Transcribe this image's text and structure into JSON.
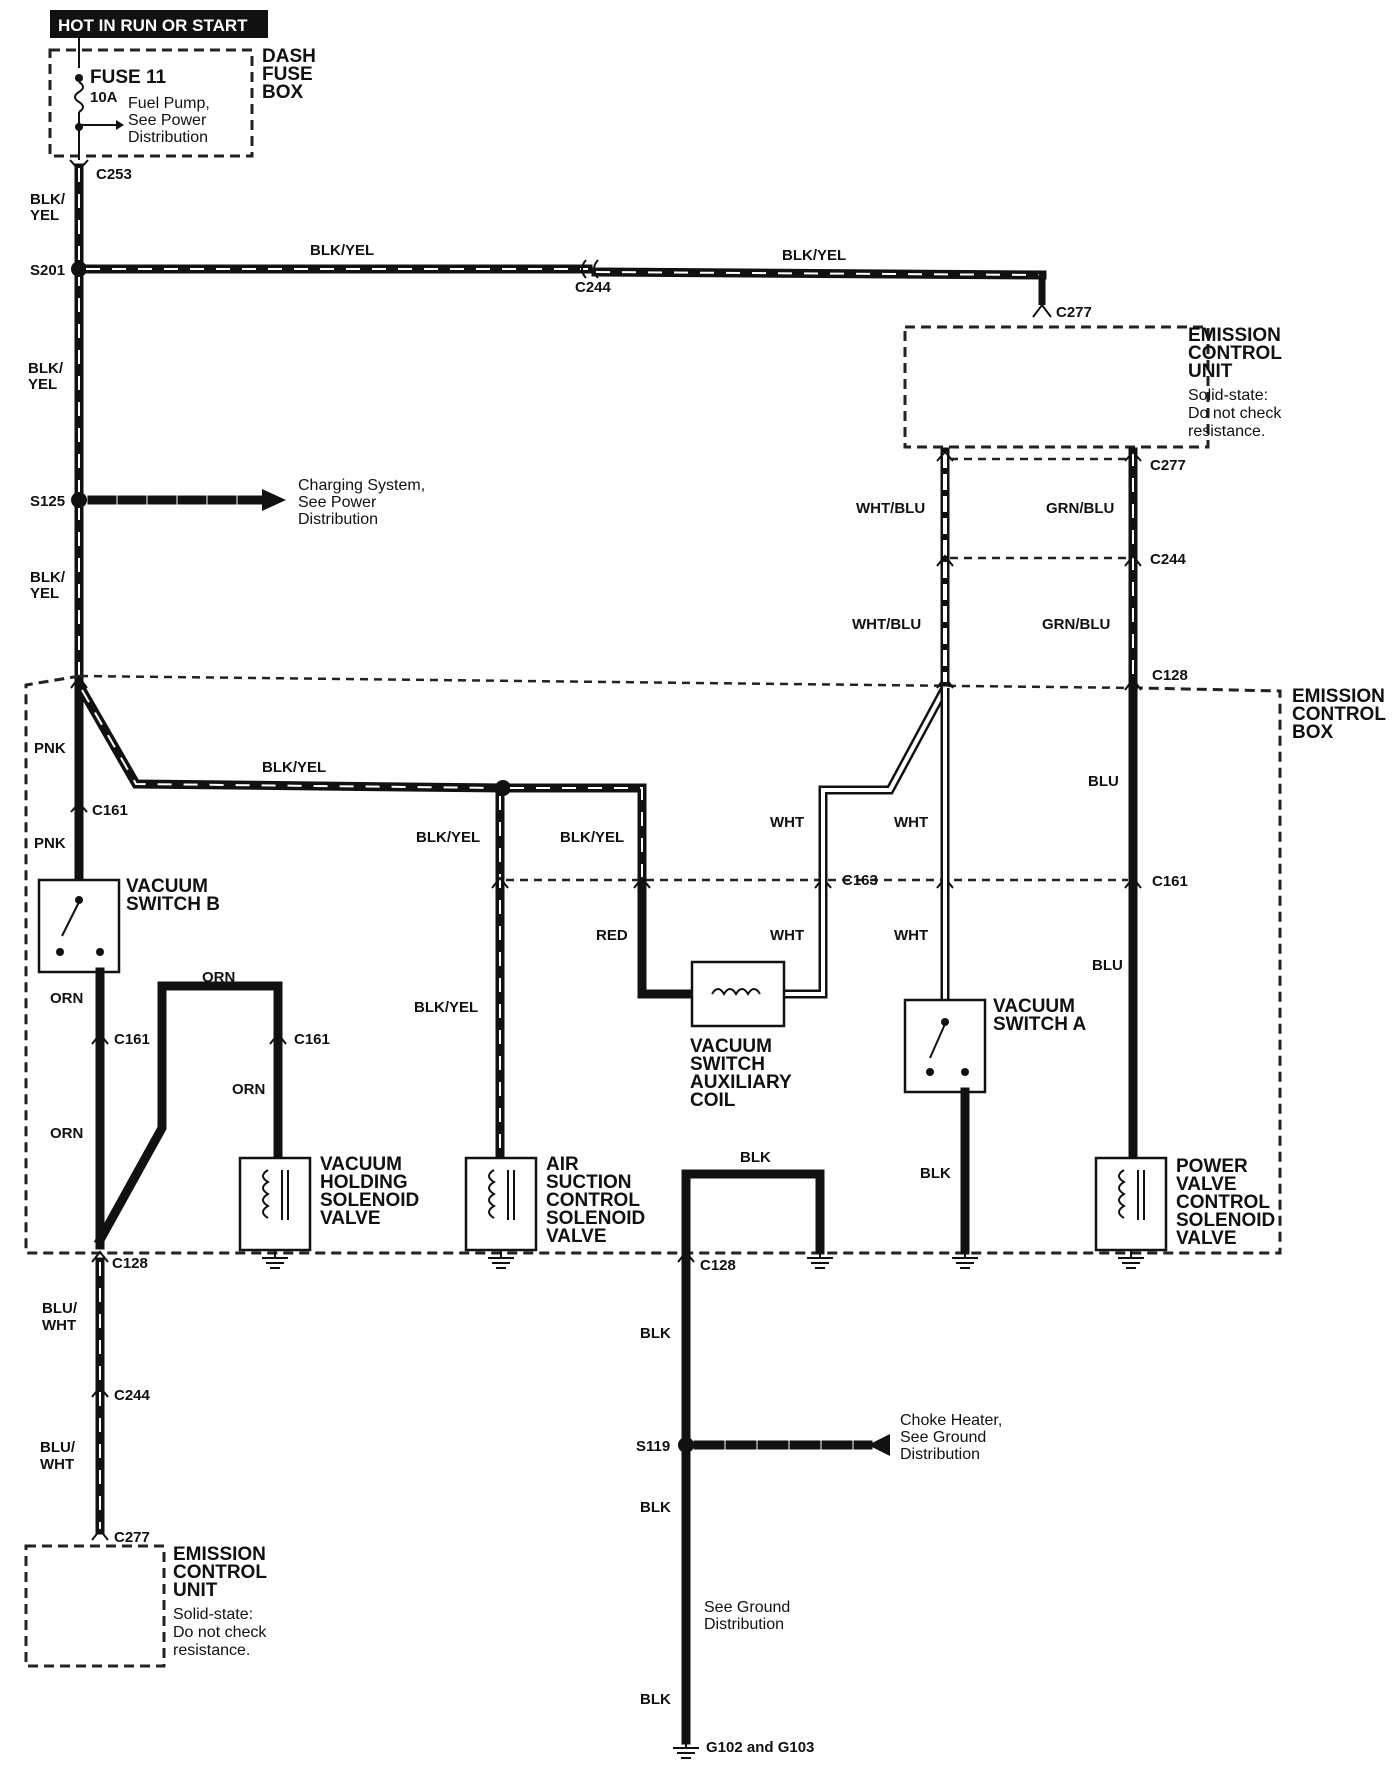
{
  "header": {
    "power_label": "HOT IN RUN OR START"
  },
  "fuse_box": {
    "name_lines": [
      "DASH",
      "FUSE",
      "BOX"
    ],
    "fuse_name": "FUSE 11",
    "fuse_rating": "10A",
    "branch_lines": [
      "Fuel Pump,",
      "See Power",
      "Distribution"
    ]
  },
  "connectors": {
    "c253": "C253",
    "c244_top": "C244",
    "c277_top": "C277",
    "c277_ecu_bottom": "C277",
    "c244_right": "C244",
    "c128_top": "C128",
    "c161_left": "C161",
    "c161_orn_a": "C161",
    "c161_orn_b": "C161",
    "c163": "C163",
    "c161_right": "C161",
    "c128_bottom_left": "C128",
    "c128_bottom_mid": "C128",
    "c244_bottom": "C244",
    "c277_bottom": "C277"
  },
  "splices": {
    "s201": "S201",
    "s125": "S125",
    "s119": "S119"
  },
  "charging_lines": [
    "Charging System,",
    "See Power",
    "Distribution"
  ],
  "choke_lines": [
    "Choke Heater,",
    "See Ground",
    "Distribution"
  ],
  "ground_note_lines": [
    "See Ground",
    "Distribution"
  ],
  "ground_name": "G102 and G103",
  "ecu_top": {
    "name_lines": [
      "EMISSION",
      "CONTROL",
      "UNIT"
    ],
    "note_lines": [
      "Solid-state:",
      "Do not check",
      "resistance."
    ]
  },
  "ecu_bottom": {
    "name_lines": [
      "EMISSION",
      "CONTROL",
      "UNIT"
    ],
    "note_lines": [
      "Solid-state:",
      "Do not check",
      "resistance."
    ]
  },
  "emission_box_lines": [
    "EMISSION",
    "CONTROL",
    "BOX"
  ],
  "components": {
    "vacuum_switch_b": [
      "VACUUM",
      "SWITCH B"
    ],
    "vacuum_switch_a": [
      "VACUUM",
      "SWITCH A"
    ],
    "aux_coil": [
      "VACUUM",
      "SWITCH",
      "AUXILIARY",
      "COIL"
    ],
    "holding_valve": [
      "VACUUM",
      "HOLDING",
      "SOLENOID",
      "VALVE"
    ],
    "air_suction_valve": [
      "AIR",
      "SUCTION",
      "CONTROL",
      "SOLENOID",
      "VALVE"
    ],
    "power_valve": [
      "POWER",
      "VALVE",
      "CONTROL",
      "SOLENOID",
      "VALVE"
    ]
  },
  "wire_colors": {
    "blk_yel": "BLK/YEL",
    "blk_yel_stacked": [
      "BLK/",
      "YEL"
    ],
    "wht_blu": "WHT/BLU",
    "grn_blu": "GRN/BLU",
    "pnk": "PNK",
    "orn": "ORN",
    "red": "RED",
    "wht": "WHT",
    "blu": "BLU",
    "blk": "BLK",
    "blu_wht_stacked": [
      "BLU/",
      "WHT"
    ]
  }
}
